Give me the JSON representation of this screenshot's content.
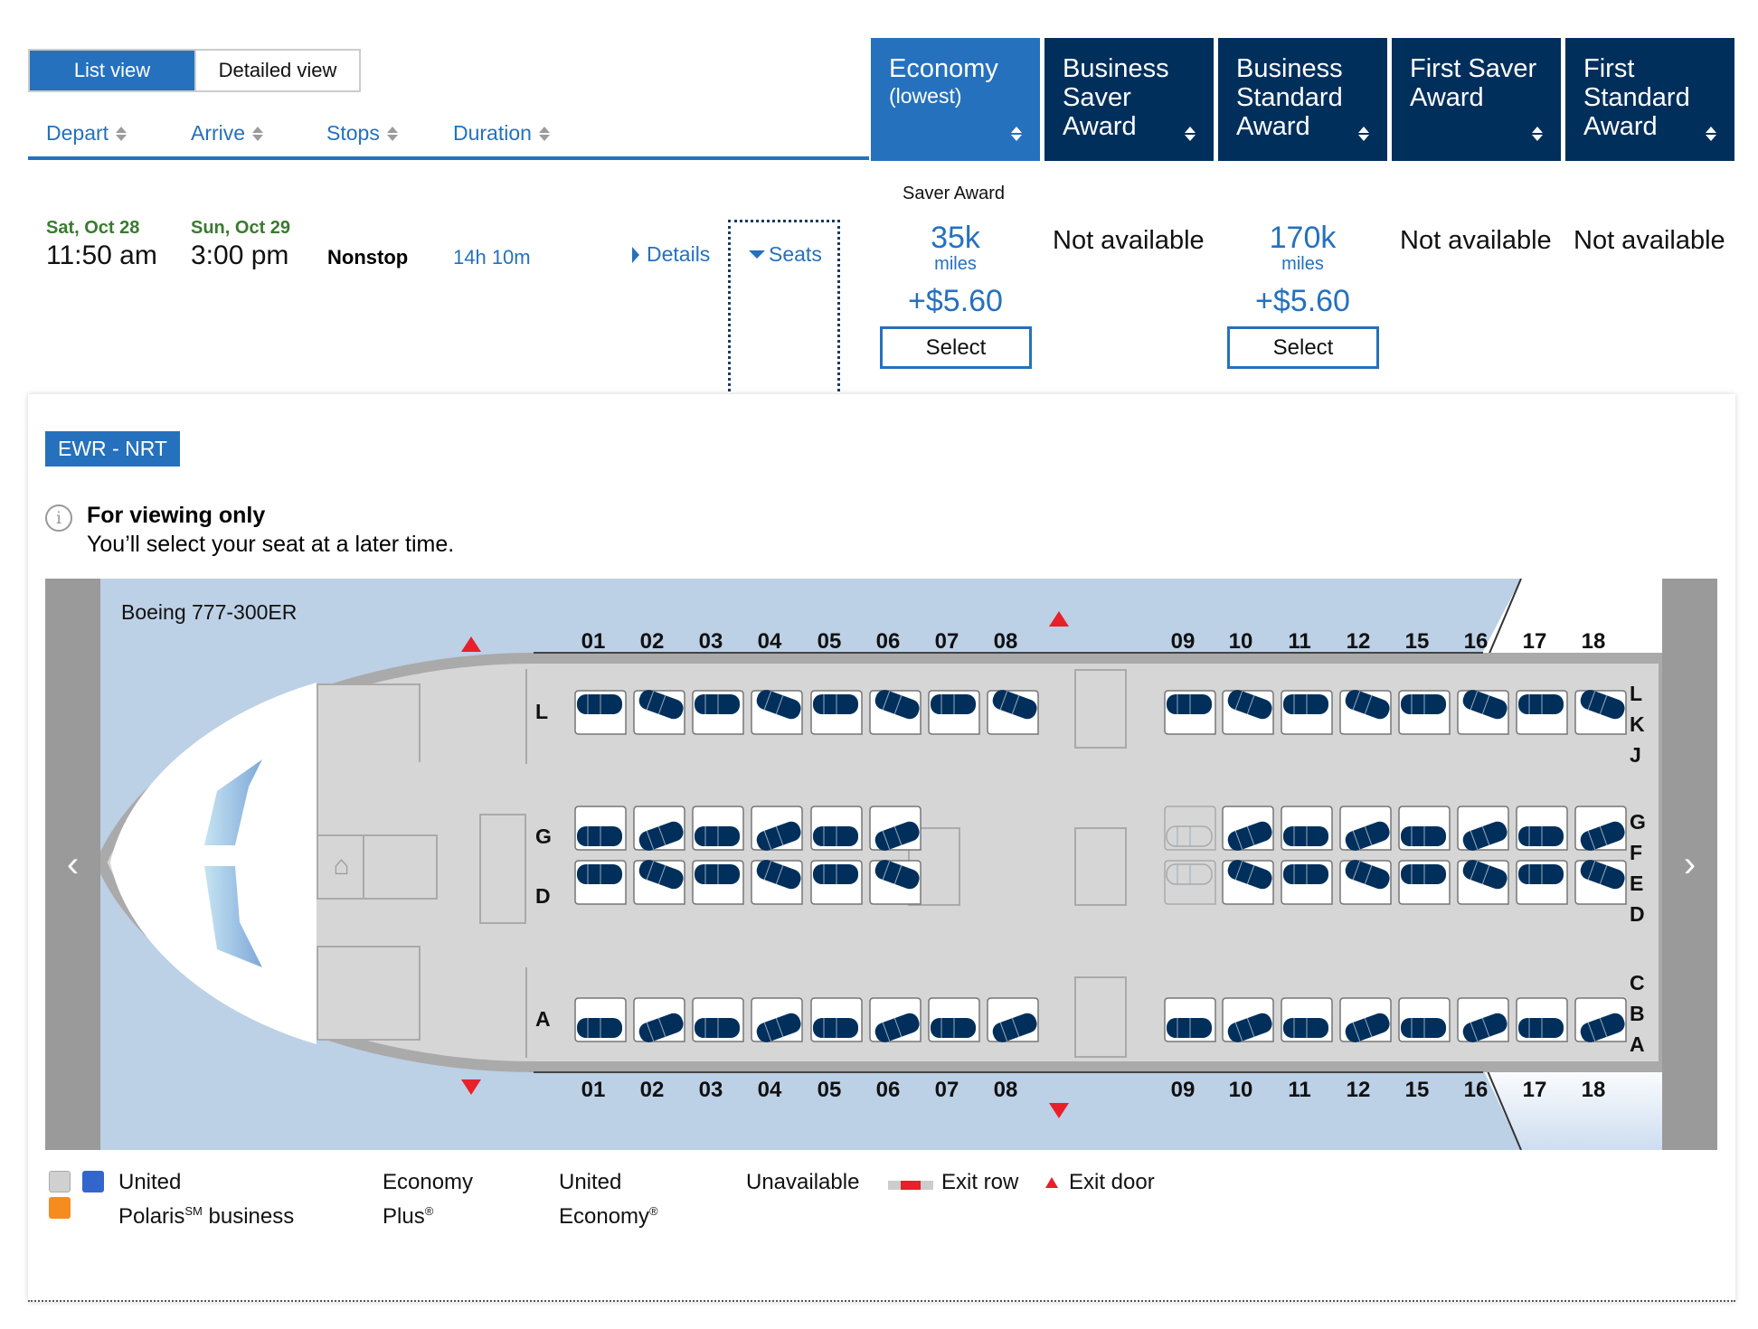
{
  "view_toggle": {
    "list": "List view",
    "detailed": "Detailed view",
    "active": "list"
  },
  "sort_headers": [
    "Depart",
    "Arrive",
    "Stops",
    "Duration"
  ],
  "fare_columns": [
    {
      "line1": "Economy",
      "line2": "(lowest)",
      "active": true
    },
    {
      "line1": "Business Saver Award",
      "line2": "",
      "active": false
    },
    {
      "line1": "Business Standard Award",
      "line2": "",
      "active": false
    },
    {
      "line1": "First Saver Award",
      "line2": "",
      "active": false
    },
    {
      "line1": "First Standard Award",
      "line2": "",
      "active": false
    }
  ],
  "flight": {
    "depart_date": "Sat, Oct 28",
    "depart_time": "11:50 am",
    "arrive_date": "Sun, Oct 29",
    "arrive_time": "3:00 pm",
    "stops": "Nonstop",
    "duration": "14h 10m",
    "details_link": "Details",
    "seats_link": "Seats"
  },
  "fares": {
    "saver_label": "Saver Award",
    "cells": [
      {
        "miles": "35k",
        "miles_label": "miles",
        "tax": "+$5.60",
        "button": "Select"
      },
      {
        "not_available": "Not available"
      },
      {
        "miles": "170k",
        "miles_label": "miles",
        "tax": "+$5.60",
        "button": "Select"
      },
      {
        "not_available": "Not available"
      },
      {
        "not_available": "Not available"
      }
    ]
  },
  "seatmap": {
    "route": "EWR - NRT",
    "info_title": "For viewing only",
    "info_text": "You’ll select your seat at a later time.",
    "aircraft": "Boeing 777-300ER",
    "rows_front": [
      "01",
      "02",
      "03",
      "04",
      "05",
      "06",
      "07",
      "08"
    ],
    "rows_rear": [
      "09",
      "10",
      "11",
      "12",
      "15",
      "16",
      "17",
      "18"
    ],
    "letters_top": [
      "L",
      "K",
      "J"
    ],
    "letters_mid": [
      "G",
      "F",
      "E",
      "D"
    ],
    "letters_bot": [
      "C",
      "B",
      "A"
    ],
    "left_labels": [
      "L",
      "G",
      "D",
      "A"
    ],
    "unavailable_seats": [
      "09G",
      "09D"
    ],
    "colors": {
      "seat": "#002f5c",
      "fuselage": "#d6d6d6",
      "sky": "#bcd0e6",
      "exit": "#e8202a"
    }
  },
  "legend": {
    "polaris_line1": "United",
    "polaris_line2": "Polaris",
    "polaris_sm": "SM",
    "polaris_line2b": " business",
    "plus_line1": "Economy",
    "plus_line2": "Plus",
    "econ_line1": "United",
    "econ_line2": "Economy",
    "reg": "®",
    "unavailable": "Unavailable",
    "exit_row": "Exit row",
    "exit_door": "Exit door",
    "colors": {
      "grey": "#d0d0d0",
      "blue": "#3366cc",
      "orange": "#f68b1f",
      "red": "#e8202a"
    }
  }
}
